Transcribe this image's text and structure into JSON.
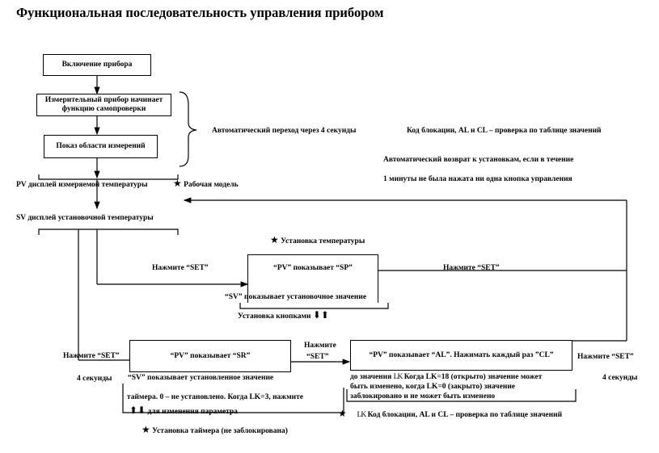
{
  "title": "Функциональная последовательность управления прибором",
  "nodes": {
    "power_on": "Включение прибора",
    "self_test_line1": "Измерительный прибор начинает",
    "self_test_line2": "функцию самопроверки",
    "range": "Показ области измерений",
    "pv_display": "PV дисплей измеряемой температуры",
    "sv_display": "SV дисплей установочной температуры",
    "pv_sp": "“PV” показывает “SP”",
    "pv_sr": "“PV” показывает “SR”",
    "pv_al": "“PV” показывает “AL”. Нажимать каждый раз ”CL”"
  },
  "labels": {
    "auto_transition": "Автоматический переход через 4 секунды",
    "lock_code": "Код блокации,  AL и CL – проверка по таблице значений",
    "auto_return_1": "Автоматический возврат к установкам, если в течение",
    "auto_return_2": "1 минуты не была нажата ни одна кнопка управления",
    "working_model": "Рабочая модель",
    "temp_setting": "Установка температуры",
    "press_set_left": "Нажмите “SET”",
    "press_set_right": "Нажмите “SET”",
    "sv_set_value": "“SV”  показывает установочное значение",
    "buttons_setting": "Установка кнопками",
    "press_set_bottom_left": "Нажмите “SET”",
    "press_set_mid_1": "Нажмите",
    "press_set_mid_2": "“SET”",
    "press_set_bottom_right": "Нажмите “SET”",
    "four_sec_left": "4 секунды",
    "four_sec_right": "4 секунды",
    "sv_shows_set_value": "“SV” показывает установленное значение",
    "timer_line": "таймера. 0 – не установлено. Когда LK=3, нажмите",
    "change_param": "для изменения параметра",
    "timer_setting": "Установка таймера (не заблокирована)",
    "al_value_prefix": "до значения",
    "al_value_lk_symbol": "LK",
    "al_value_rest": " Когда LK=18 (открыто) значение может",
    "al_line2": "быть изменено, когда LK=0 (закрыто) значение",
    "al_line3": "заблокировано и не может быть изменено",
    "bottom_lk_symbol": "LK",
    "bottom_lock_code": "Код блокации,  AL и CL – проверка по таблице значений"
  },
  "icons": {
    "star": "★",
    "arrows_down_up": "⬇⬆",
    "arrows_up_down": "⬆⬇"
  }
}
